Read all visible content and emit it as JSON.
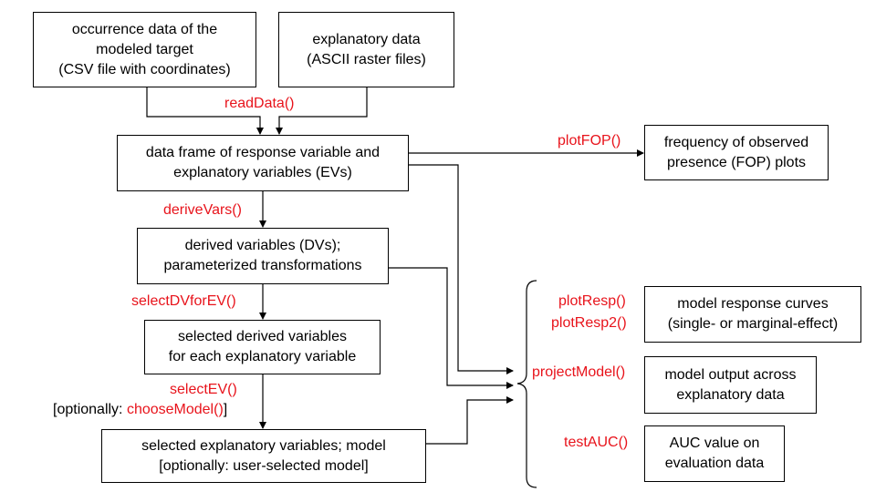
{
  "boxes": {
    "occurrence": [
      "occurrence data of the",
      "modeled target",
      "(CSV file with coordinates)"
    ],
    "explanatory": [
      "explanatory data",
      "(ASCII raster files)"
    ],
    "dataframe": [
      "data frame of response variable and",
      "explanatory variables (EVs)"
    ],
    "fop": [
      "frequency of observed",
      "presence (FOP) plots"
    ],
    "derived": [
      "derived variables (DVs);",
      "parameterized transformations"
    ],
    "selected_dv": [
      "selected derived variables",
      "for each explanatory variable"
    ],
    "selected_ev": [
      "selected explanatory variables; model",
      "[optionally: user-selected model]"
    ],
    "response_curves": [
      "model response curves",
      "(single- or marginal-effect)"
    ],
    "model_output": [
      "model output across",
      "explanatory data"
    ],
    "auc": [
      "AUC value on",
      "evaluation data"
    ]
  },
  "functions": {
    "readData": "readData()",
    "plotFOP": "plotFOP()",
    "deriveVars": "deriveVars()",
    "selectDVforEV": "selectDVforEV()",
    "selectEV": "selectEV()",
    "plotResp": "plotResp()",
    "plotResp2": "plotResp2()",
    "projectModel": "projectModel()",
    "testAUC": "testAUC()"
  },
  "optional_note": {
    "prefix": "[optionally: ",
    "function": "chooseModel()",
    "suffix": "]"
  }
}
